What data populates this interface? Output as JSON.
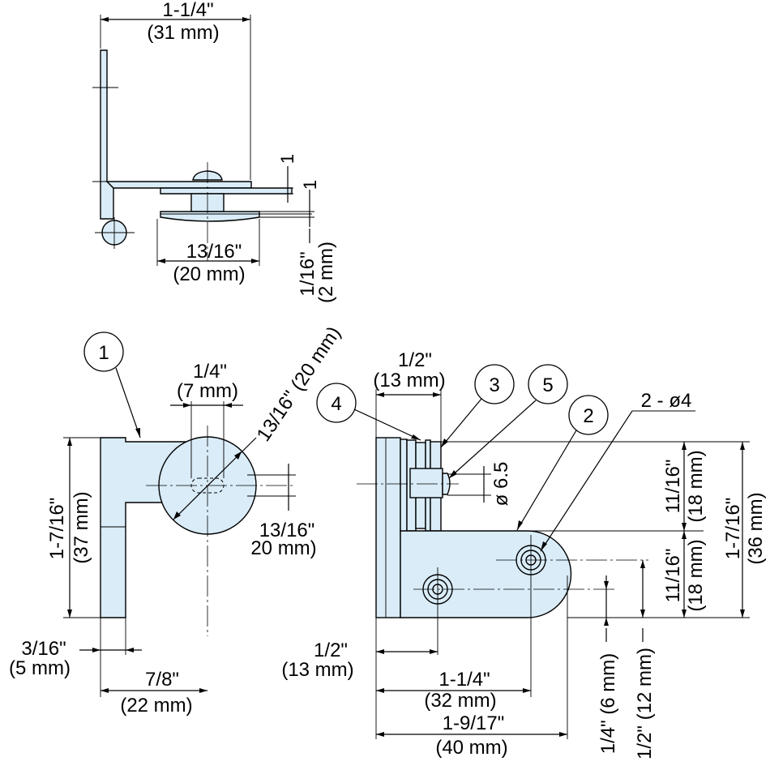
{
  "top_view": {
    "width_in": "1-1/4\"",
    "width_mm": "(31 mm)",
    "gap_upper": "1",
    "gap_lower": "1",
    "washer_in": "13/16\"",
    "washer_mm": "(20 mm)",
    "thick_in": "1/16\"",
    "thick_mm": "(2 mm)"
  },
  "left_view": {
    "callout_1": "1",
    "slot_in": "1/4\"",
    "slot_mm": "(7 mm)",
    "diag_label": "13/16\" (20 mm)",
    "washer_in": "13/16\"",
    "washer_mm": "20 mm)",
    "height_in": "1-7/16\"",
    "height_mm": "(37 mm)",
    "plate_in": "3/16\"",
    "plate_mm": "(5 mm)",
    "depth_in": "7/8\"",
    "depth_mm": "(22 mm)"
  },
  "right_view": {
    "callout_2": "2",
    "callout_3": "3",
    "callout_4": "4",
    "callout_5": "5",
    "holes_label": "2 - ø4",
    "top_in": "1/2\"",
    "top_mm": "(13 mm)",
    "dia_label": "ø 6.5",
    "upper_in": "11/16\"",
    "upper_mm": "(18 mm)",
    "lower_in": "11/16\"",
    "lower_mm": "(18 mm)",
    "total_h_in": "1-7/16\"",
    "total_h_mm": "(36 mm)",
    "hole1_in": "1/2\"",
    "hole1_mm": "(13 mm)",
    "hole2_in": "1-1/4\"",
    "hole2_mm": "(32 mm)",
    "total_w_in": "1-9/17\"",
    "total_w_mm": "(40 mm)",
    "v1_label": "1/4\" (6 mm)",
    "v2_label": "1/2\" (12 mm)"
  }
}
